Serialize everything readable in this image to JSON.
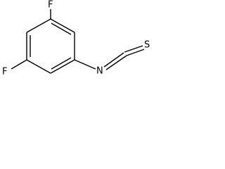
{
  "structure": {
    "atoms": {
      "fluorine_top": "F",
      "fluorine_bottom": "F",
      "nitrogen": "N",
      "sulfur": "S"
    }
  }
}
